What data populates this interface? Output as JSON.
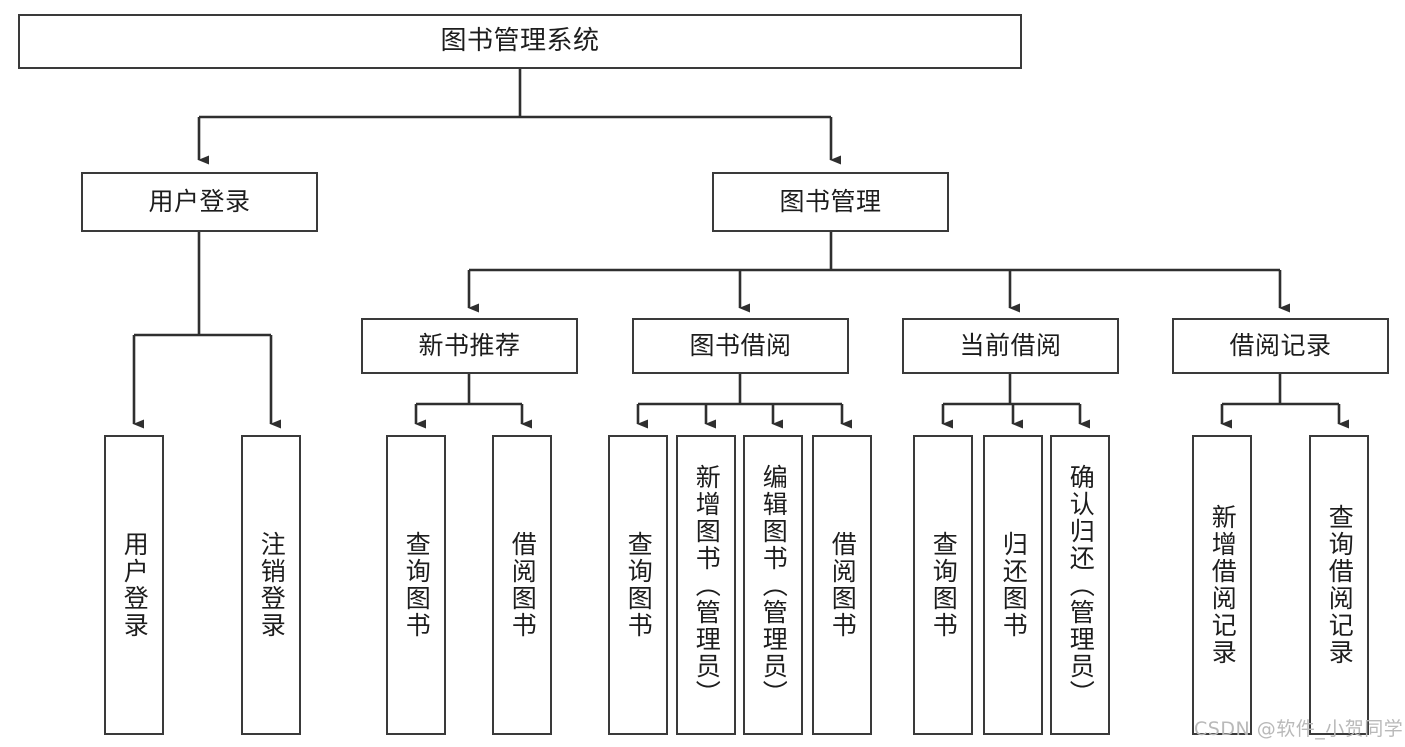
{
  "diagram": {
    "title_node": {
      "id": "root",
      "label": "图书管理系统"
    },
    "level1": [
      {
        "id": "user-login",
        "label": "用户登录"
      },
      {
        "id": "book-management",
        "label": "图书管理"
      }
    ],
    "level2": [
      {
        "id": "new-book-recommend",
        "label": "新书推荐"
      },
      {
        "id": "book-borrow",
        "label": "图书借阅"
      },
      {
        "id": "current-borrow",
        "label": "当前借阅"
      },
      {
        "id": "borrow-record",
        "label": "借阅记录"
      }
    ],
    "leaves": {
      "user_login": [
        {
          "id": "leaf-user-login",
          "label": "用户登录"
        },
        {
          "id": "leaf-user-logout",
          "label": "注销登录"
        }
      ],
      "new_book_recommend": [
        {
          "id": "leaf-query-book-1",
          "label": "查询图书"
        },
        {
          "id": "leaf-borrow-book-1",
          "label": "借阅图书"
        }
      ],
      "book_borrow": [
        {
          "id": "leaf-query-book-2",
          "label": "查询图书"
        },
        {
          "id": "leaf-add-book",
          "label": "新增图书（管理员）"
        },
        {
          "id": "leaf-edit-book",
          "label": "编辑图书（管理员）"
        },
        {
          "id": "leaf-borrow-book-2",
          "label": "借阅图书"
        }
      ],
      "current_borrow": [
        {
          "id": "leaf-query-book-3",
          "label": "查询图书"
        },
        {
          "id": "leaf-return-book",
          "label": "归还图书"
        },
        {
          "id": "leaf-confirm-return",
          "label": "确认归还（管理员）"
        }
      ],
      "borrow_record": [
        {
          "id": "leaf-add-borrow-record",
          "label": "新增借阅记录"
        },
        {
          "id": "leaf-query-borrow-record",
          "label": "查询借阅记录"
        }
      ]
    }
  },
  "watermark": {
    "text": "CSDN @软件_小贺同学"
  },
  "colors": {
    "stroke": "#3a3a3a",
    "background": "#ffffff",
    "text": "#1d1d1d",
    "watermark": "#b9b9b9"
  }
}
